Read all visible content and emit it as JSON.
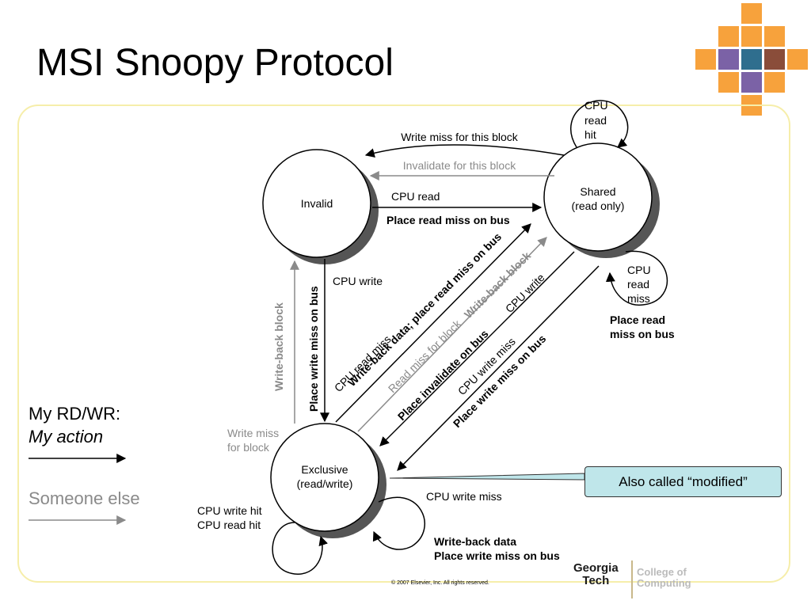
{
  "slide": {
    "title": "MSI Snoopy Protocol"
  },
  "states": {
    "invalid": "Invalid",
    "shared_line1": "Shared",
    "shared_line2": "(read only)",
    "exclusive_line1": "Exclusive",
    "exclusive_line2": "(read/write)"
  },
  "transitions": {
    "write_miss_block": "Write miss for this block",
    "invalidate_block": "Invalidate for this block",
    "cpu_read": "CPU read",
    "place_read_miss": "Place read miss on bus",
    "cpu_read_hit_1": "CPU",
    "cpu_read_hit_2": "read",
    "cpu_read_hit_3": "hit",
    "cpu_read_miss_s_1": "CPU",
    "cpu_read_miss_s_2": "read",
    "cpu_read_miss_s_3": "miss",
    "place_read_miss_s_1": "Place read",
    "place_read_miss_s_2": "miss on bus",
    "cpu_write": "CPU write",
    "place_write_miss_vertical": "Place write miss on bus",
    "write_back_block_vertical": "Write-back block",
    "cpu_read_miss_diag": "CPU read miss",
    "write_back_place_read": "Write-back data; place read miss on bus",
    "read_miss_for_block": "Read miss for block",
    "write_back_block_diag": "Write-back block",
    "place_invalidate": "Place invalidate on bus",
    "cpu_write_diag": "CPU write",
    "cpu_write_miss_diag": "CPU write miss",
    "place_write_miss_diag": "Place write miss on bus",
    "write_miss_for_block_1": "Write miss",
    "write_miss_for_block_2": "for block",
    "cpu_write_hit": "CPU write hit",
    "cpu_read_hit": "CPU read hit",
    "cpu_write_miss_e": "CPU write miss",
    "write_back_data": "Write-back data",
    "place_write_miss_e": "Place write miss on bus"
  },
  "legend": {
    "my_rd_wr": "My RD/WR:",
    "my_action": "My action",
    "someone_else": "Someone else"
  },
  "callout": {
    "text": "Also called “modified”"
  },
  "footer": {
    "copyright": "© 2007 Elsevier, Inc. All rights reserved.",
    "logo_line1": "Georgia",
    "logo_line2": "Tech",
    "college_line1": "College of",
    "college_line2": "Computing"
  },
  "colors": {
    "title_text": "#000000",
    "frame_border": "#f6eeaa",
    "logo_orange": "#f7a23c",
    "callout_fill": "#bfe6ea",
    "gray_arrow": "#8a8a8a",
    "state_shadow": "#555555"
  }
}
